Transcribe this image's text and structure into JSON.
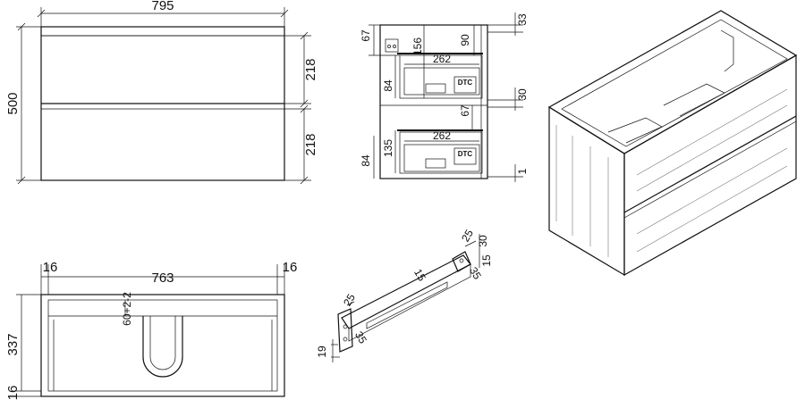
{
  "front_view": {
    "width": "795",
    "height": "500",
    "drawer_top": "218",
    "drawer_bottom": "218"
  },
  "side_view": {
    "d_67_top": "67",
    "d_156": "156",
    "d_90": "90",
    "d_33": "33",
    "d_262_top": "262",
    "d_84_top": "84",
    "d_30": "30",
    "d_67_mid": "67",
    "d_262_bottom": "262",
    "d_135": "135",
    "d_84_bottom": "84",
    "d_1": "1",
    "brand_top": "DTC",
    "brand_bottom": "DTC"
  },
  "top_view": {
    "left_margin": "16",
    "inner_width": "763",
    "right_margin": "16",
    "depth": "337",
    "bottom_margin": "16",
    "cutout_note": "60+2-2"
  },
  "rail_detail": {
    "d_25_top": "25",
    "d_30": "30",
    "d_15_right": "15",
    "d_35_right": "35",
    "d_15_mid": "15",
    "d_25_left": "25",
    "d_19": "19",
    "d_35_left": "35"
  }
}
